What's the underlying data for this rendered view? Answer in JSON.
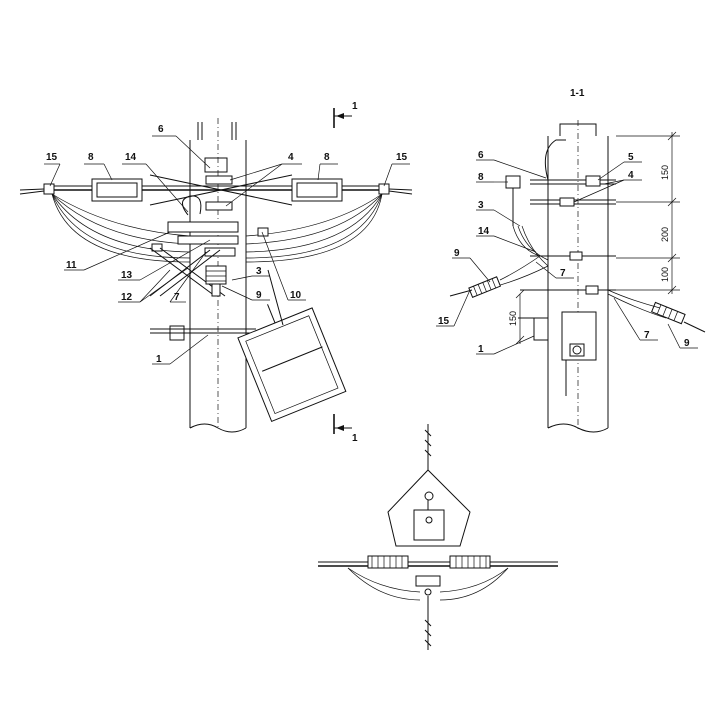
{
  "section": {
    "top_mark": "1",
    "bottom_mark": "1",
    "view_title": "1-1"
  },
  "front_labels": [
    "15",
    "8",
    "14",
    "6",
    "4",
    "8",
    "15",
    "11",
    "13",
    "12",
    "7",
    "3",
    "9",
    "10",
    "1"
  ],
  "side_labels": [
    "6",
    "8",
    "5",
    "4",
    "3",
    "14",
    "9",
    "7",
    "15",
    "7",
    "1",
    "9"
  ],
  "dimensions": [
    "150",
    "200",
    "100",
    "150"
  ]
}
